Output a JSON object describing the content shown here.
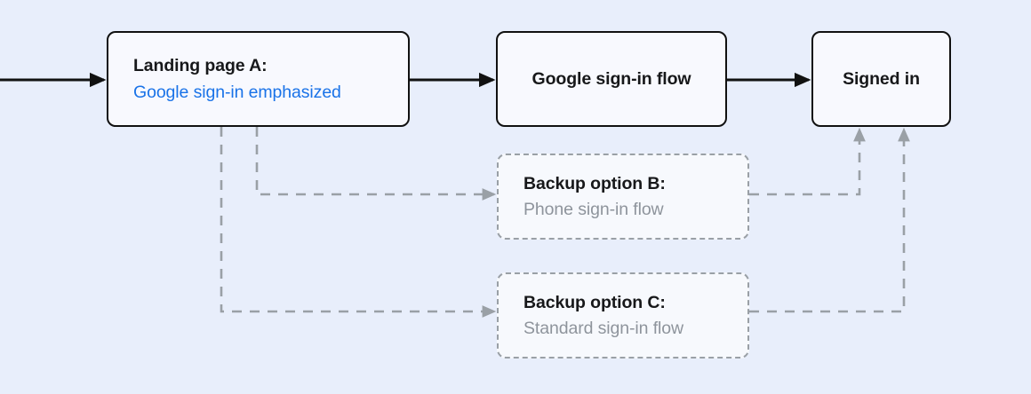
{
  "diagram": {
    "type": "flowchart",
    "background_color": "#e8eefb",
    "accent_color": "#1a73e8",
    "muted_color": "#8e949c",
    "nodes": [
      {
        "id": "landing",
        "title": "Landing page A:",
        "subtitle": "Google sign-in emphasized",
        "style": "solid"
      },
      {
        "id": "google",
        "title": "Google sign-in flow",
        "subtitle": "",
        "style": "solid"
      },
      {
        "id": "signedin",
        "title": "Signed in",
        "subtitle": "",
        "style": "solid"
      },
      {
        "id": "backup_b",
        "title": "Backup option B:",
        "subtitle": "Phone sign-in flow",
        "style": "dashed"
      },
      {
        "id": "backup_c",
        "title": "Backup option C:",
        "subtitle": "Standard sign-in flow",
        "style": "dashed"
      }
    ]
  }
}
